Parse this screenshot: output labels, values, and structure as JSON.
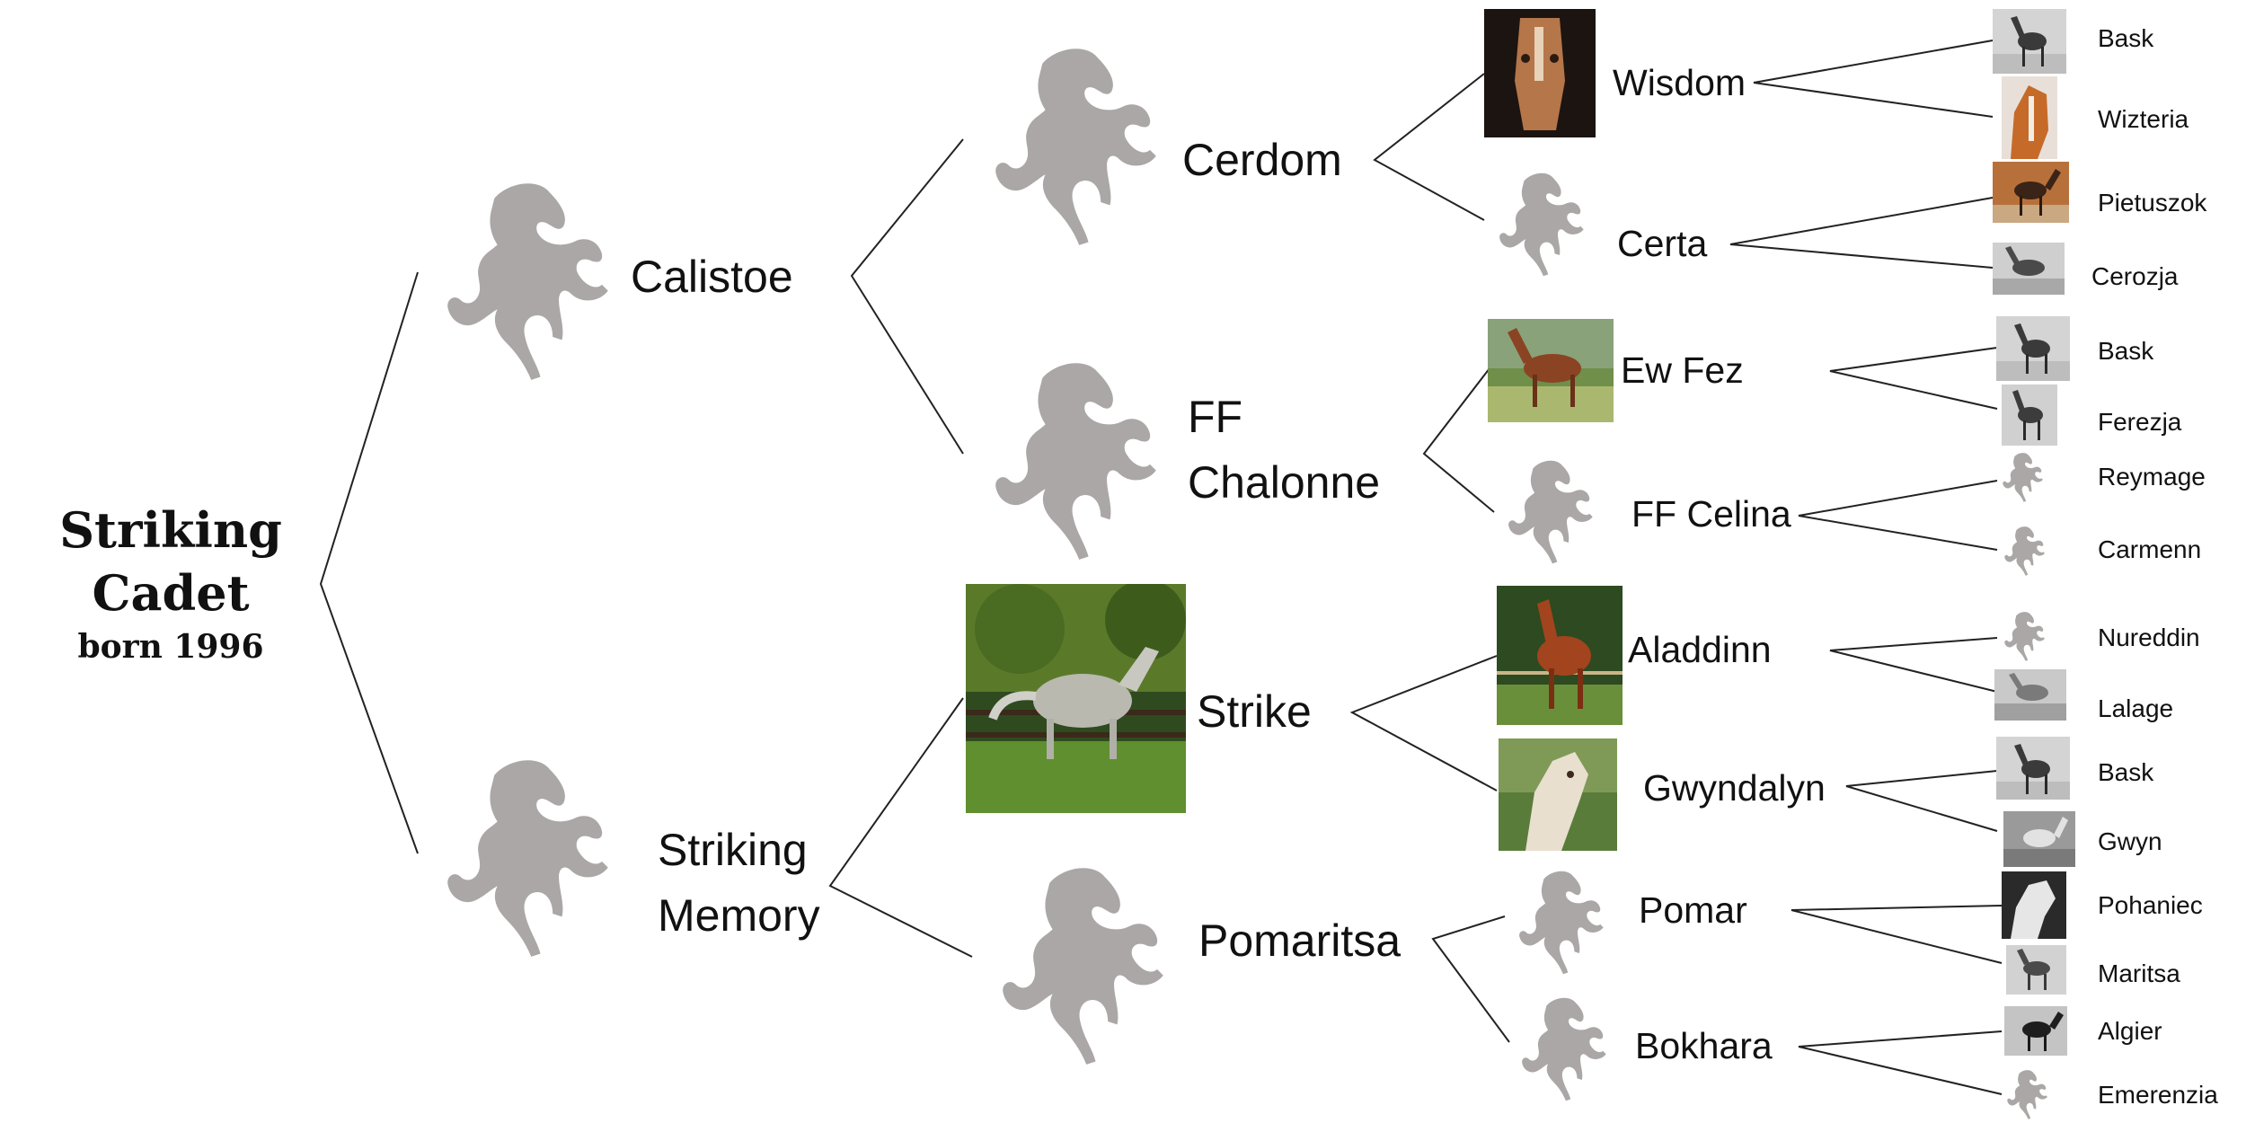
{
  "root": {
    "name": "Striking Cadet",
    "born": "born 1996"
  },
  "gen1": [
    "Calistoe",
    "Striking Memory"
  ],
  "gen2": [
    "Cerdom",
    "FF Chalonne",
    "Strike",
    "Pomaritsa"
  ],
  "gen3": [
    "Wisdom",
    "Certa",
    "Ew Fez",
    "FF Celina",
    "Aladdinn",
    "Gwyndalyn",
    "Pomar",
    "Bokhara"
  ],
  "gen4": [
    "Bask",
    "Wizteria",
    "Pietuszok",
    "Cerozja",
    "Bask",
    "Ferezja",
    "Reymage",
    "Carmenn",
    "Nureddin",
    "Lalage",
    "Bask",
    "Gwyn",
    "Pohaniec",
    "Maritsa",
    "Algier",
    "Emerenzia"
  ],
  "colors": {
    "silhouette": "#aaa7a6",
    "line": "#222222",
    "text": "#111111"
  },
  "icons": {
    "silhouette": "rearing-horse-silhouette-icon"
  }
}
